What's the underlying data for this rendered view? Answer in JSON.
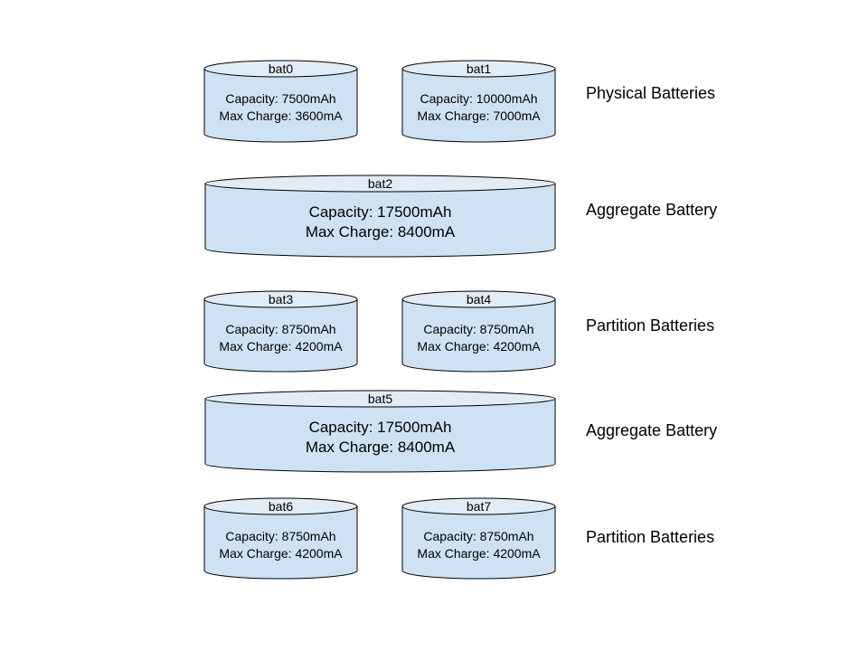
{
  "rows": [
    {
      "label": "Physical Batteries",
      "batteries": [
        {
          "name": "bat0",
          "capacity": "Capacity: 7500mAh",
          "max_charge": "Max Charge: 3600mA"
        },
        {
          "name": "bat1",
          "capacity": "Capacity: 10000mAh",
          "max_charge": "Max Charge: 7000mA"
        }
      ]
    },
    {
      "label": "Aggregate Battery",
      "batteries": [
        {
          "name": "bat2",
          "capacity": "Capacity: 17500mAh",
          "max_charge": "Max Charge: 8400mA"
        }
      ]
    },
    {
      "label": "Partition Batteries",
      "batteries": [
        {
          "name": "bat3",
          "capacity": "Capacity: 8750mAh",
          "max_charge": "Max Charge: 4200mA"
        },
        {
          "name": "bat4",
          "capacity": "Capacity: 8750mAh",
          "max_charge": "Max Charge: 4200mA"
        }
      ]
    },
    {
      "label": "Aggregate Battery",
      "batteries": [
        {
          "name": "bat5",
          "capacity": "Capacity: 17500mAh",
          "max_charge": "Max Charge: 8400mA"
        }
      ]
    },
    {
      "label": "Partition Batteries",
      "batteries": [
        {
          "name": "bat6",
          "capacity": "Capacity: 8750mAh",
          "max_charge": "Max Charge: 4200mA"
        },
        {
          "name": "bat7",
          "capacity": "Capacity: 8750mAh",
          "max_charge": "Max Charge: 4200mA"
        }
      ]
    }
  ],
  "colors": {
    "cylinder_fill": "#cfe2f3",
    "cylinder_top": "#e2ecf6",
    "outline": "#000000"
  }
}
